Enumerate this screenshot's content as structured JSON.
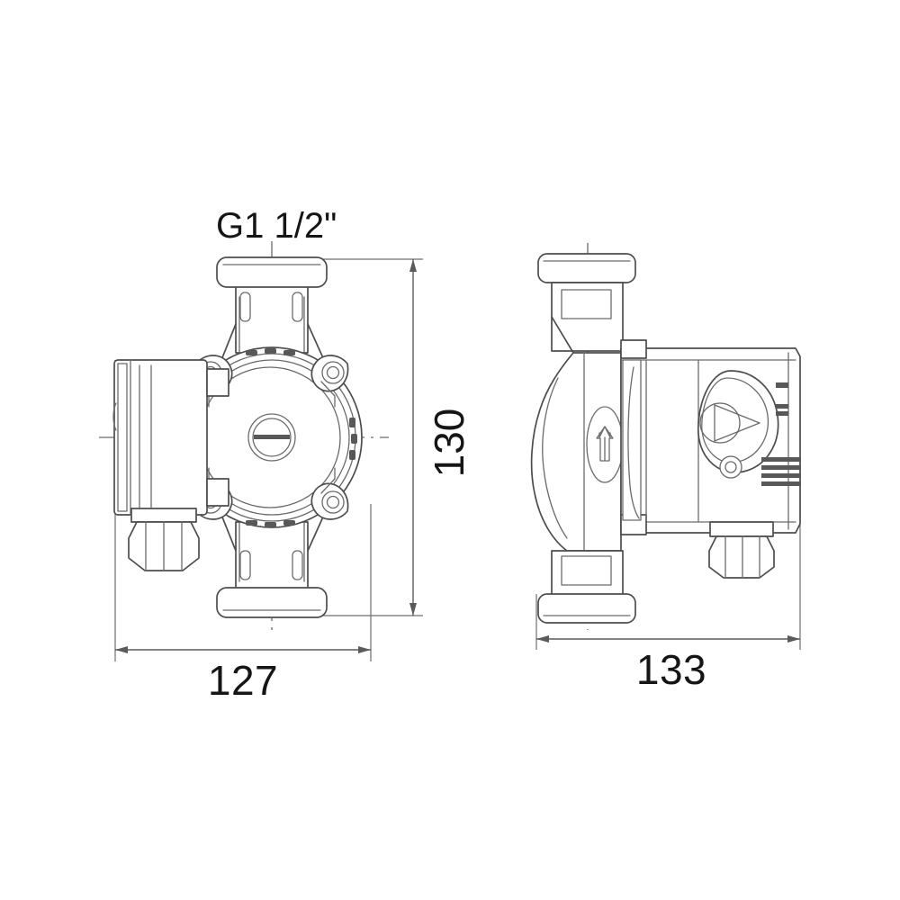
{
  "drawing": {
    "title": "Circulation pump dimensional drawing",
    "background_color": "#ffffff",
    "line_color": "#4d4d4d",
    "text_color": "#151515",
    "views": [
      {
        "name": "front-view",
        "description": "Front elevation of circulation pump showing circular motor housing, threaded pipe flanges top and bottom, terminal box at left with hex cable gland"
      },
      {
        "name": "side-view",
        "description": "Side elevation showing pump volute body with flow direction arrow, motor/control housing with rotary speed selector knob, status LED, ventilation slots and hex cable gland"
      }
    ],
    "annotations": {
      "thread_label": "G1 1/2\"",
      "height_dimension": "130",
      "front_width_dimension": "127",
      "side_width_dimension": "133"
    },
    "indicators": {
      "flow_arrow": "up-arrow-icon",
      "speed_knob": "rotary-selector-icon",
      "status_led": "led-indicator-icon",
      "cable_gland": "hex-nut-icon"
    }
  }
}
